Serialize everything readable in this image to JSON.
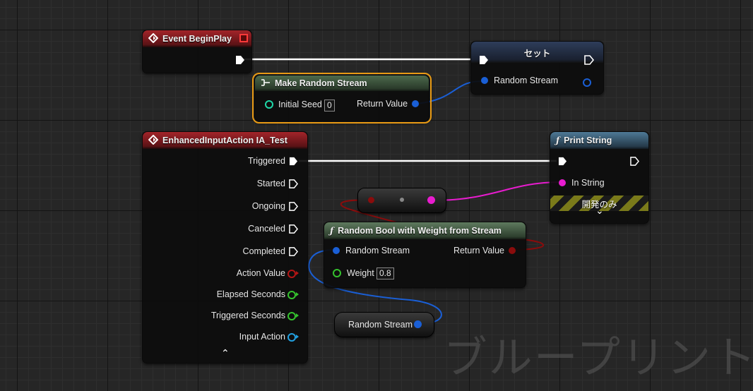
{
  "nodes": {
    "begin_play": {
      "title": "Event BeginPlay"
    },
    "set": {
      "title": "セット",
      "pin_random_stream": "Random Stream"
    },
    "make_random_stream": {
      "title": "Make Random Stream",
      "pin_initial_seed": "Initial Seed",
      "initial_seed_value": "0",
      "pin_return_value": "Return Value"
    },
    "input_action": {
      "title": "EnhancedInputAction IA_Test",
      "pins": [
        "Triggered",
        "Started",
        "Ongoing",
        "Canceled",
        "Completed",
        "Action Value",
        "Elapsed Seconds",
        "Triggered Seconds",
        "Input Action"
      ],
      "collapse_glyph": "⌃"
    },
    "print_string": {
      "title": "Print String",
      "pin_in_string": "In String",
      "dev_only_label": "開発のみ",
      "expand_glyph": "⌄"
    },
    "random_bool": {
      "title": "Random Bool with Weight from Stream",
      "pin_random_stream": "Random Stream",
      "pin_return_value": "Return Value",
      "pin_weight": "Weight",
      "weight_value": "0.8"
    },
    "var_random_stream": {
      "label": "Random Stream"
    }
  },
  "icons": {
    "event": "event-diamond-icon",
    "function": "function-f-icon",
    "make_struct": "make-struct-icon"
  },
  "colors": {
    "exec_wire": "#ffffff",
    "struct_pin": "#1a5fd6",
    "string_pin": "#e81ccf",
    "bool_pin": "#8a0c0c",
    "float_pin": "#35c22e",
    "object_pin": "#22a0e0",
    "int_pin": "#1fd8a8",
    "selection_outline": "#e89a14"
  },
  "watermark": "ブループリント"
}
